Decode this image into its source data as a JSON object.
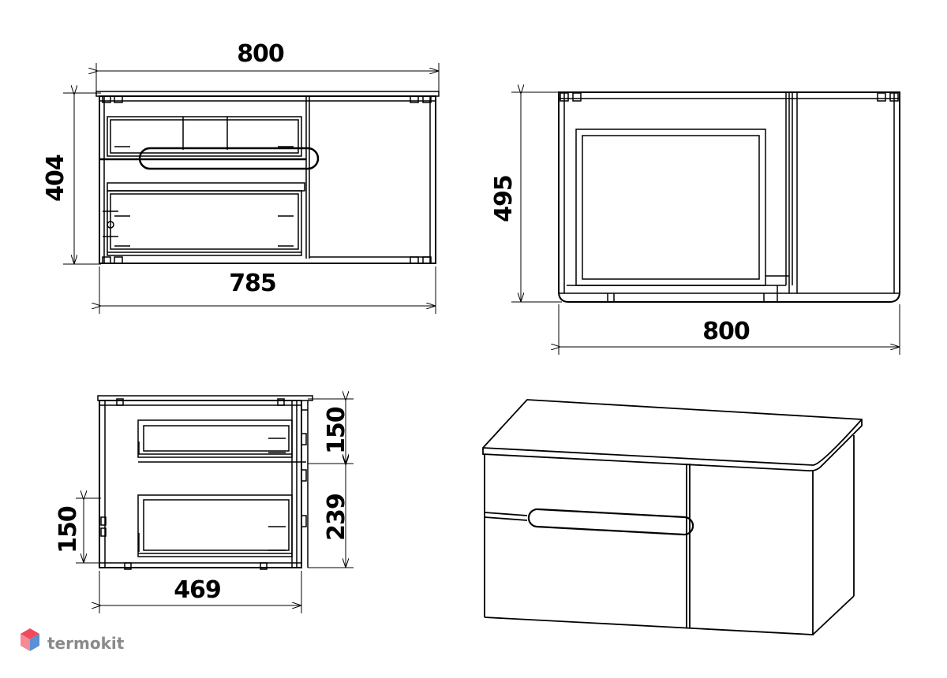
{
  "drawings": {
    "top_view": {
      "width_top": "800",
      "height": "404",
      "width_bottom": "785"
    },
    "front_view": {
      "height": "495",
      "width": "800"
    },
    "side_view": {
      "upper_drawer": "150",
      "lower_drawer": "239",
      "left_marker": "150",
      "depth": "469"
    },
    "isometric_view": {}
  },
  "brand": {
    "name": "termokit",
    "logo_colors": [
      "#ef4b5d",
      "#f58a95",
      "#5b8fd6"
    ]
  }
}
